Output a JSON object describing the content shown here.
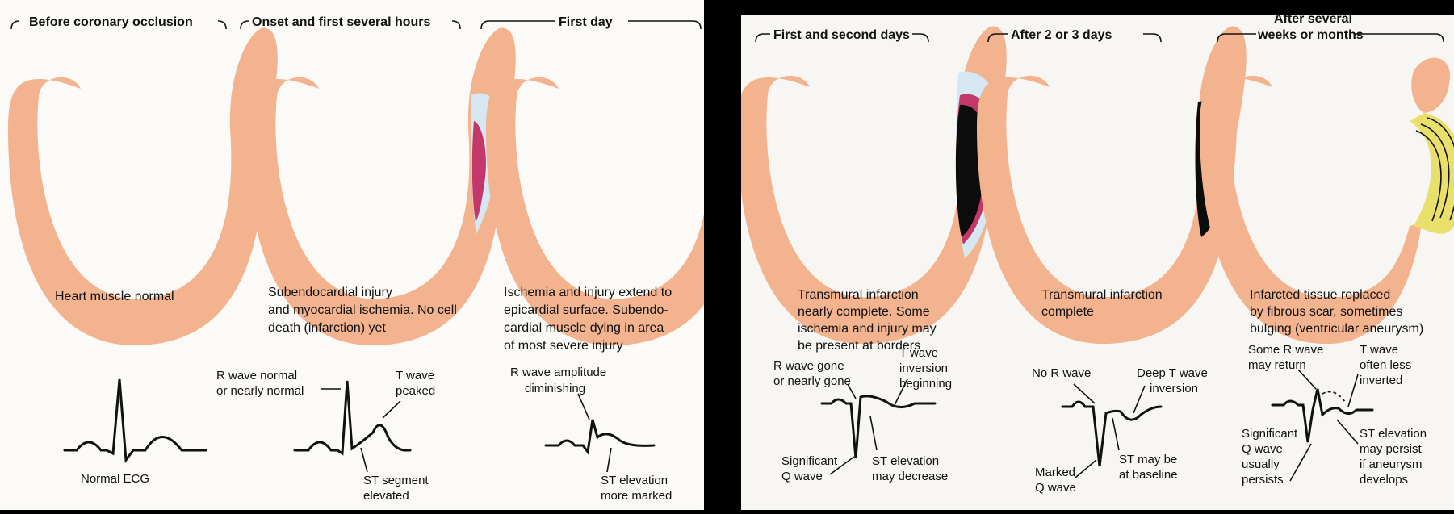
{
  "colors": {
    "muscle": "#f2b38e",
    "ischemia": "#d5e7f0",
    "injury": "#c2386b",
    "infarct": "#0c0c0c",
    "scar": "#e8e06a",
    "left_background": "#fbfaf7",
    "right_background": "#f7f6f2",
    "frame": "#000000"
  },
  "stages": [
    {
      "header": "Before coronary occlusion",
      "caption": [
        "Heart muscle normal"
      ],
      "ecg_labels": [
        "Normal ECG"
      ]
    },
    {
      "header": "Onset and first several hours",
      "caption": [
        "Subendocardial injury",
        "and myocardial ischemia. No cell",
        "death (infarction) yet"
      ],
      "ecg_labels": [
        "R wave normal",
        "or nearly normal",
        "T wave",
        "peaked",
        "ST segment",
        "elevated"
      ]
    },
    {
      "header": "First day",
      "caption": [
        "Ischemia and injury extend to",
        "epicardial surface. Subendo-",
        "cardial muscle dying in area",
        "of most severe injury"
      ],
      "ecg_labels": [
        "R wave amplitude",
        "diminishing",
        "ST elevation",
        "more marked"
      ]
    },
    {
      "header": "First and second days",
      "caption": [
        "Transmural infarction",
        "nearly complete. Some",
        "ischemia and injury may",
        "be present at borders"
      ],
      "ecg_labels": [
        "R wave gone",
        "or nearly gone",
        "T wave",
        "inversion",
        "beginning",
        "Significant",
        "Q wave",
        "ST elevation",
        "may decrease"
      ]
    },
    {
      "header": "After 2 or 3 days",
      "caption": [
        "Transmural infarction",
        "complete"
      ],
      "ecg_labels": [
        "No R wave",
        "Deep T wave",
        "inversion",
        "Marked",
        "Q wave",
        "ST may be",
        "at baseline"
      ]
    },
    {
      "header": [
        "After several",
        "weeks or months"
      ],
      "caption": [
        "Infarcted tissue replaced",
        "by fibrous scar, sometimes",
        "bulging (ventricular aneurysm)"
      ],
      "ecg_labels": [
        "Some R wave",
        "may return",
        "T wave",
        "often less",
        "inverted",
        "Significant",
        "Q wave",
        "usually",
        "persists",
        "ST elevation",
        "may persist",
        "if aneurysm",
        "develops"
      ]
    }
  ]
}
